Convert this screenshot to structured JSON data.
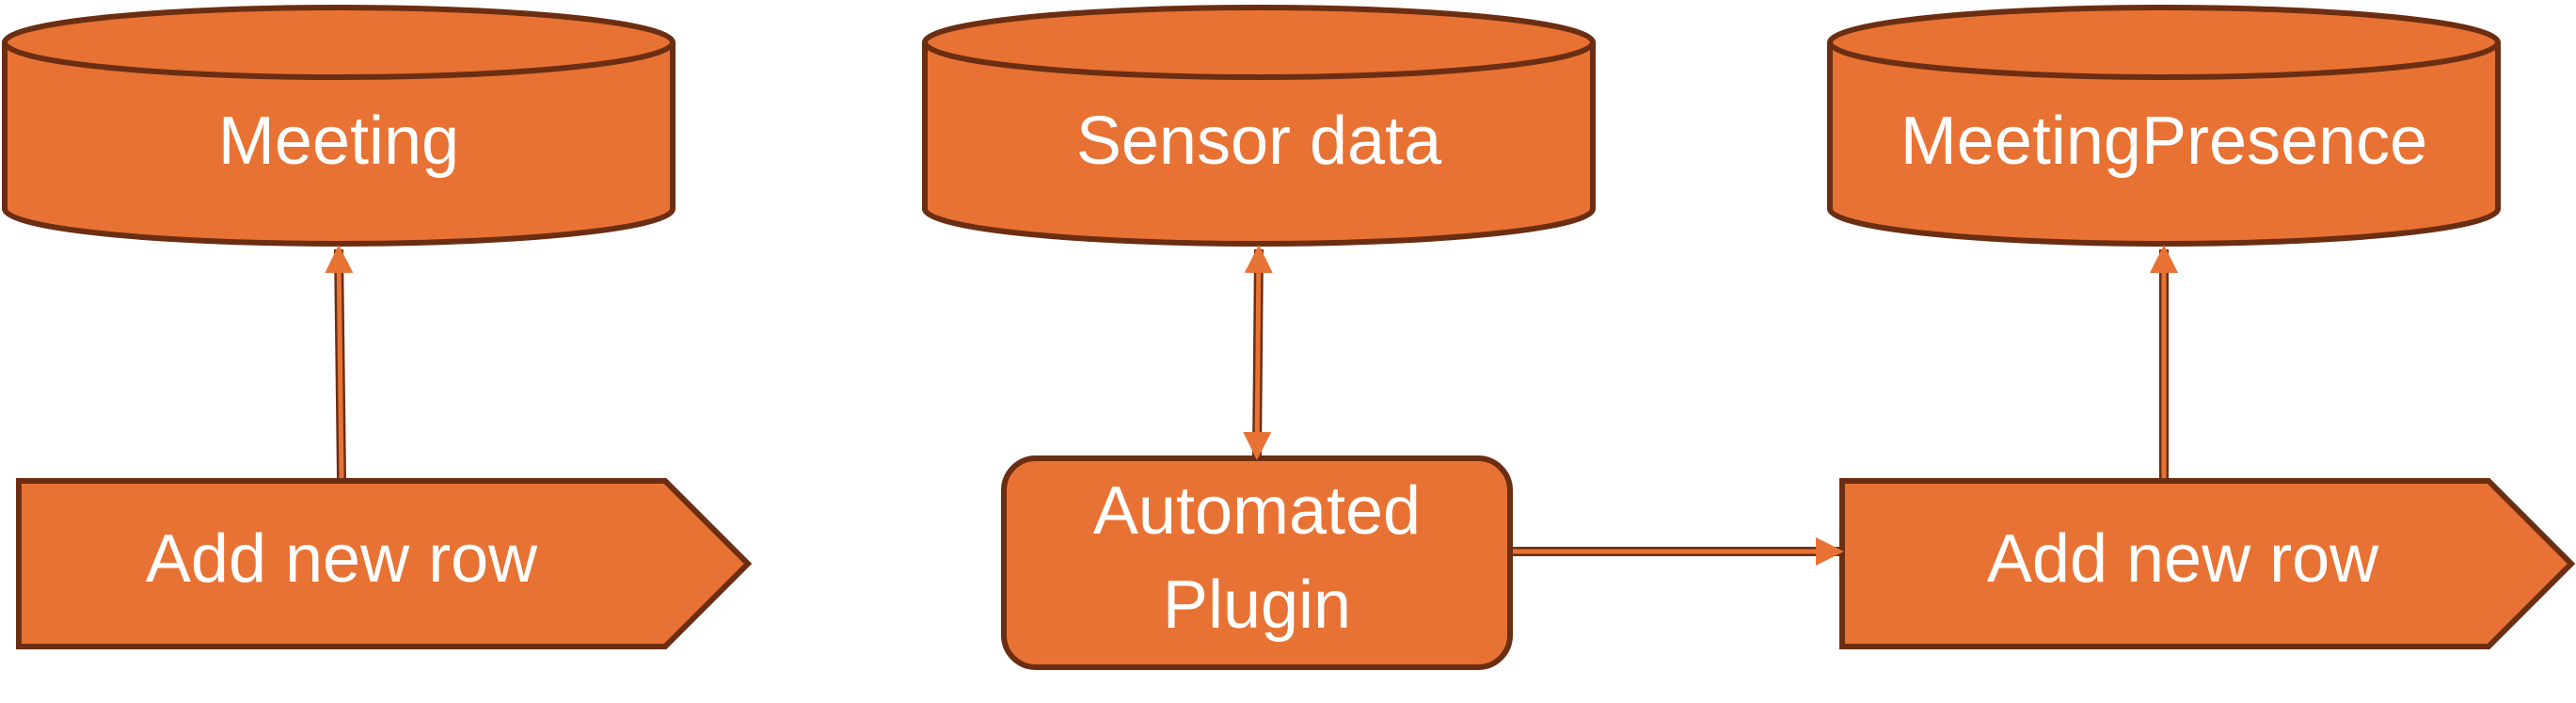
{
  "colors": {
    "fill": "#E87234",
    "stroke": "#6B2E12",
    "arrow": "#E87234",
    "text": "#FFFFFF"
  },
  "nodes": {
    "db_meeting": {
      "label": "Meeting",
      "shape": "cylinder"
    },
    "db_sensor": {
      "label": "Sensor data",
      "shape": "cylinder"
    },
    "db_presence": {
      "label": "MeetingPresence",
      "shape": "cylinder"
    },
    "step_add_left": {
      "label": "Add new row",
      "shape": "pentagon-arrow"
    },
    "proc_plugin": {
      "label_line1": "Automated",
      "label_line2": "Plugin",
      "shape": "rounded-rectangle"
    },
    "step_add_right": {
      "label": "Add new row",
      "shape": "pentagon-arrow"
    }
  },
  "edges": [
    {
      "from": "step_add_left",
      "to": "db_meeting",
      "direction": "single"
    },
    {
      "from": "proc_plugin",
      "to": "db_sensor",
      "direction": "both"
    },
    {
      "from": "proc_plugin",
      "to": "step_add_right",
      "direction": "single"
    },
    {
      "from": "step_add_right",
      "to": "db_presence",
      "direction": "single"
    }
  ]
}
